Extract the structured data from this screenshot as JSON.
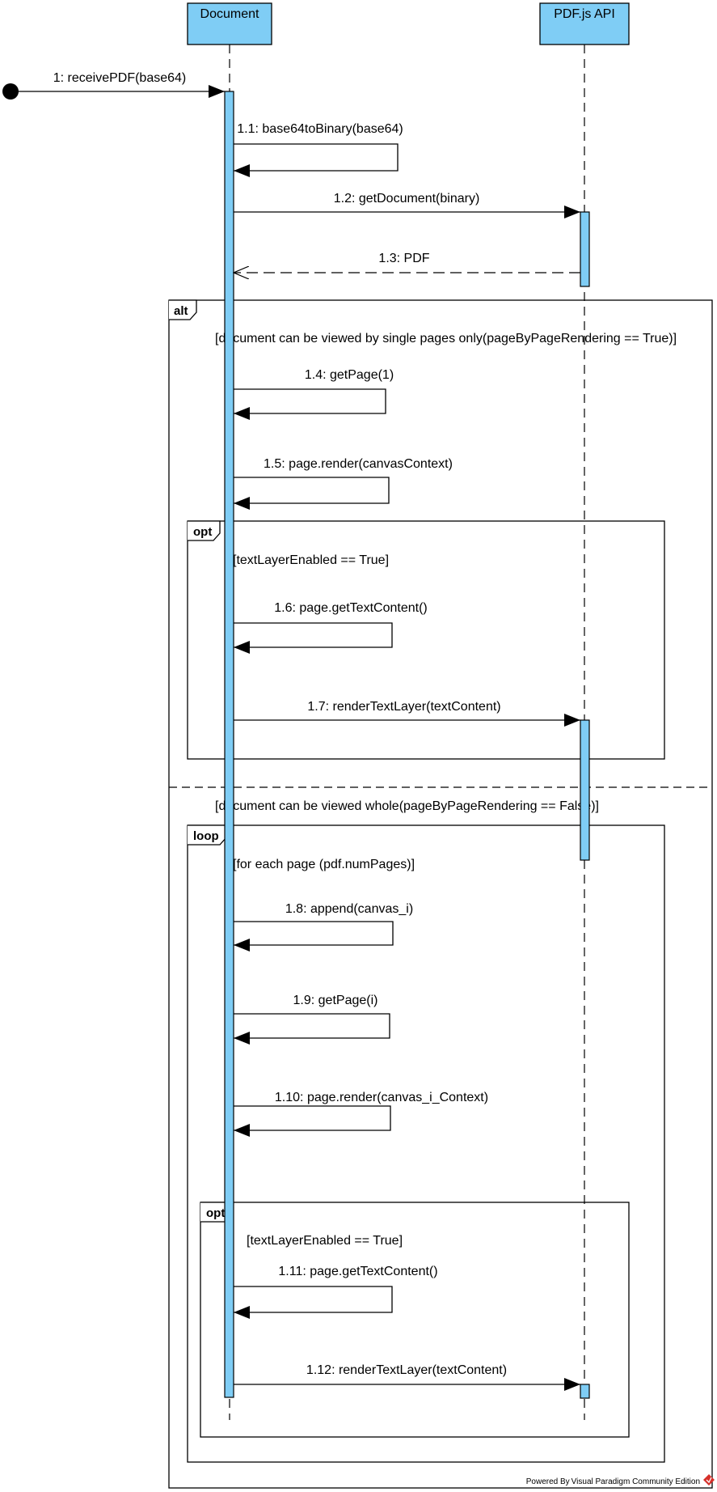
{
  "colors": {
    "lifeline_fill": "#7fcdf5",
    "line": "#000000",
    "footer_logo": "#d6302a"
  },
  "lifelines": [
    {
      "name": "Document"
    },
    {
      "name": "PDF.js API"
    }
  ],
  "messages": [
    "1: receivePDF(base64)",
    "1.1: base64toBinary(base64)",
    "1.2: getDocument(binary)",
    "1.3: PDF",
    "1.4: getPage(1)",
    "1.5: page.render(canvasContext)",
    "1.6: page.getTextContent()",
    "1.7: renderTextLayer(textContent)",
    "1.8: append(canvas_i)",
    "1.9: getPage(i)",
    "1.10: page.render(canvas_i_Context)",
    "1.11: page.getTextContent()",
    "1.12: renderTextLayer(textContent)"
  ],
  "fragments": {
    "alt": {
      "tag": "alt",
      "guard_1": "[document can be viewed by single pages only(pageByPageRendering == True)]",
      "guard_2": "[document can be viewed whole(pageByPageRendering == False)]"
    },
    "opt_1": {
      "tag": "opt",
      "guard": "[textLayerEnabled == True]"
    },
    "loop": {
      "tag": "loop",
      "guard": "[for each page (pdf.numPages)]"
    },
    "opt_2": {
      "tag": "opt",
      "guard": "[textLayerEnabled == True]"
    }
  },
  "footer": {
    "text": "Powered By Visual Paradigm Community Edition",
    "logo_icon": "visual-paradigm-logo-icon"
  }
}
